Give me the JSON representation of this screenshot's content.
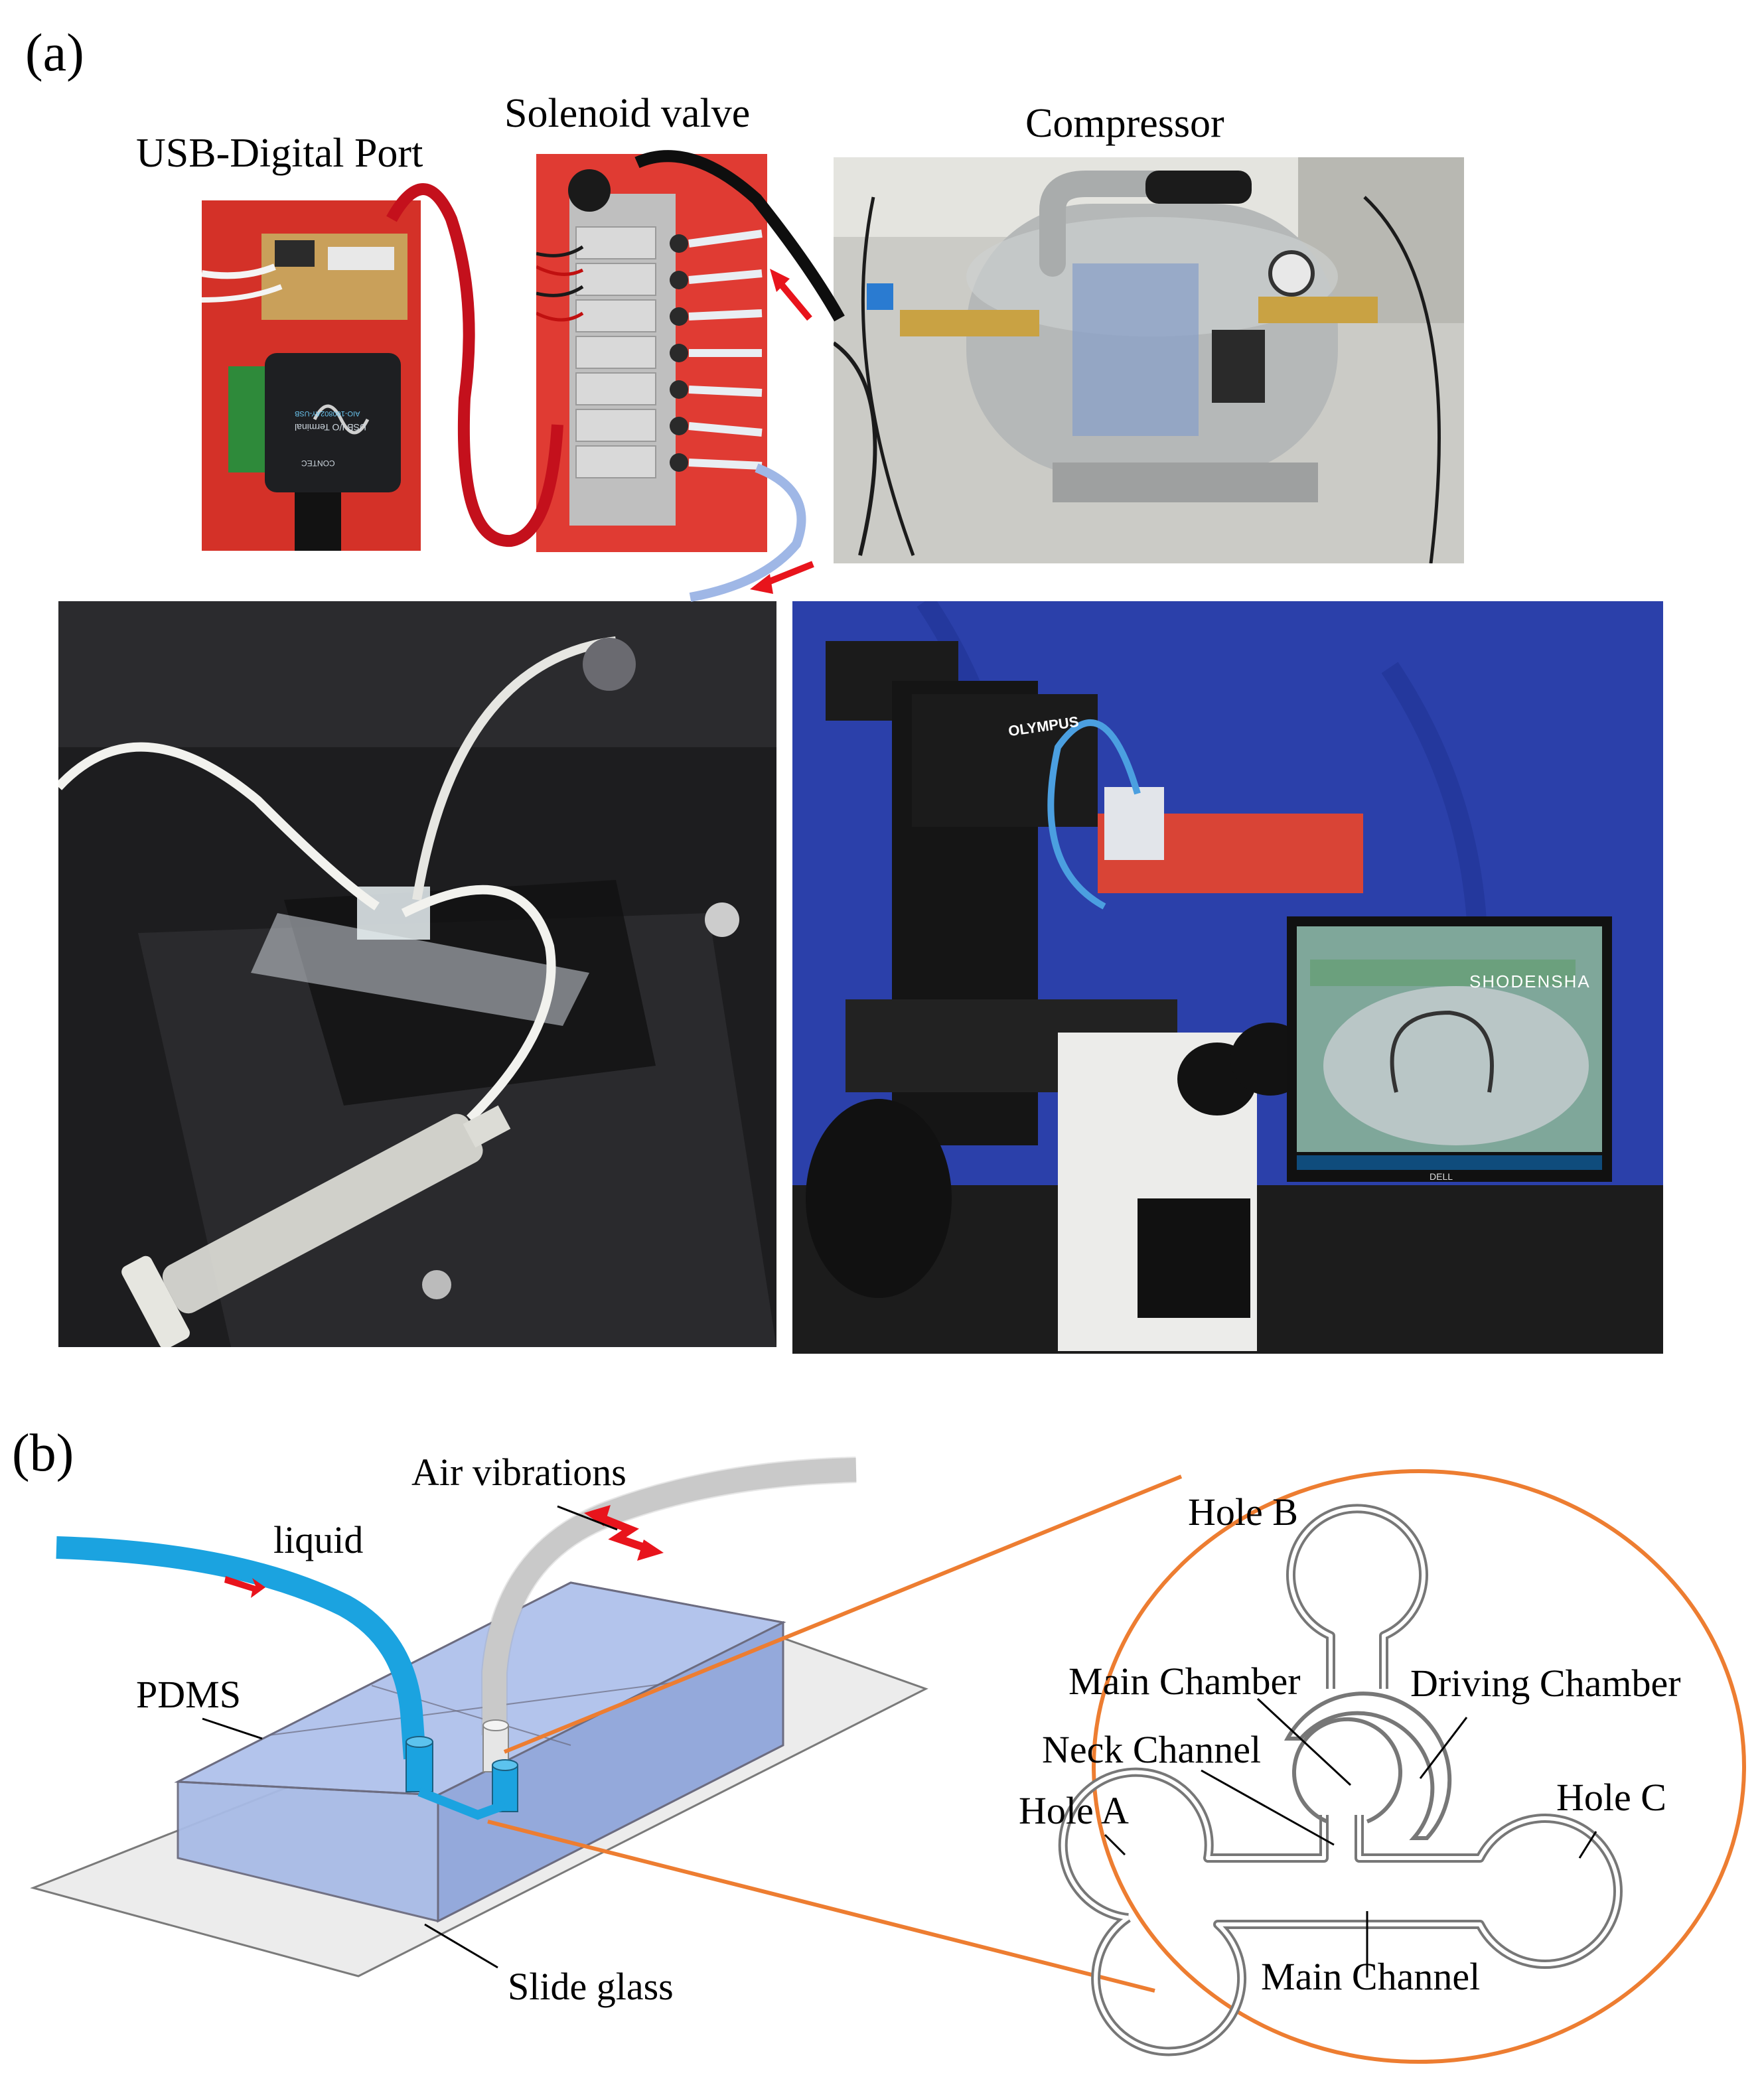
{
  "figure": {
    "panel_a": {
      "letter": "(a)",
      "labels": {
        "usb_port": "USB-Digital Port",
        "solenoid": "Solenoid valve",
        "compressor": "Compressor"
      },
      "device_text": {
        "usb_module_line1": "USB I/O Terminal",
        "usb_module_line2": "AIO-160802AY-USB",
        "usb_module_brand": "CONTEC",
        "microscope_brand": "OLYMPUS",
        "software_brand": "SHODENSHA",
        "monitor_brand": "DELL"
      }
    },
    "panel_b": {
      "letter": "(b)",
      "labels": {
        "air": "Air vibrations",
        "liquid": "liquid",
        "pdms": "PDMS",
        "slide": "Slide glass",
        "hole_b": "Hole B",
        "main_chamber": "Main Chamber",
        "driving_chamber": "Driving Chamber",
        "neck_channel": "Neck Channel",
        "hole_a": "Hole A",
        "hole_c": "Hole C",
        "main_channel": "Main Channel"
      }
    },
    "colors": {
      "liquid_tube": "#1ba3e0",
      "air_tube": "#d9d9d9",
      "pdms": "#9fb4e3",
      "ellipse": "#ed7d31",
      "arrow": "#e8141c",
      "photo_red_board": "#e0392f",
      "photo_blue_cloth": "#2a3fa8"
    }
  }
}
